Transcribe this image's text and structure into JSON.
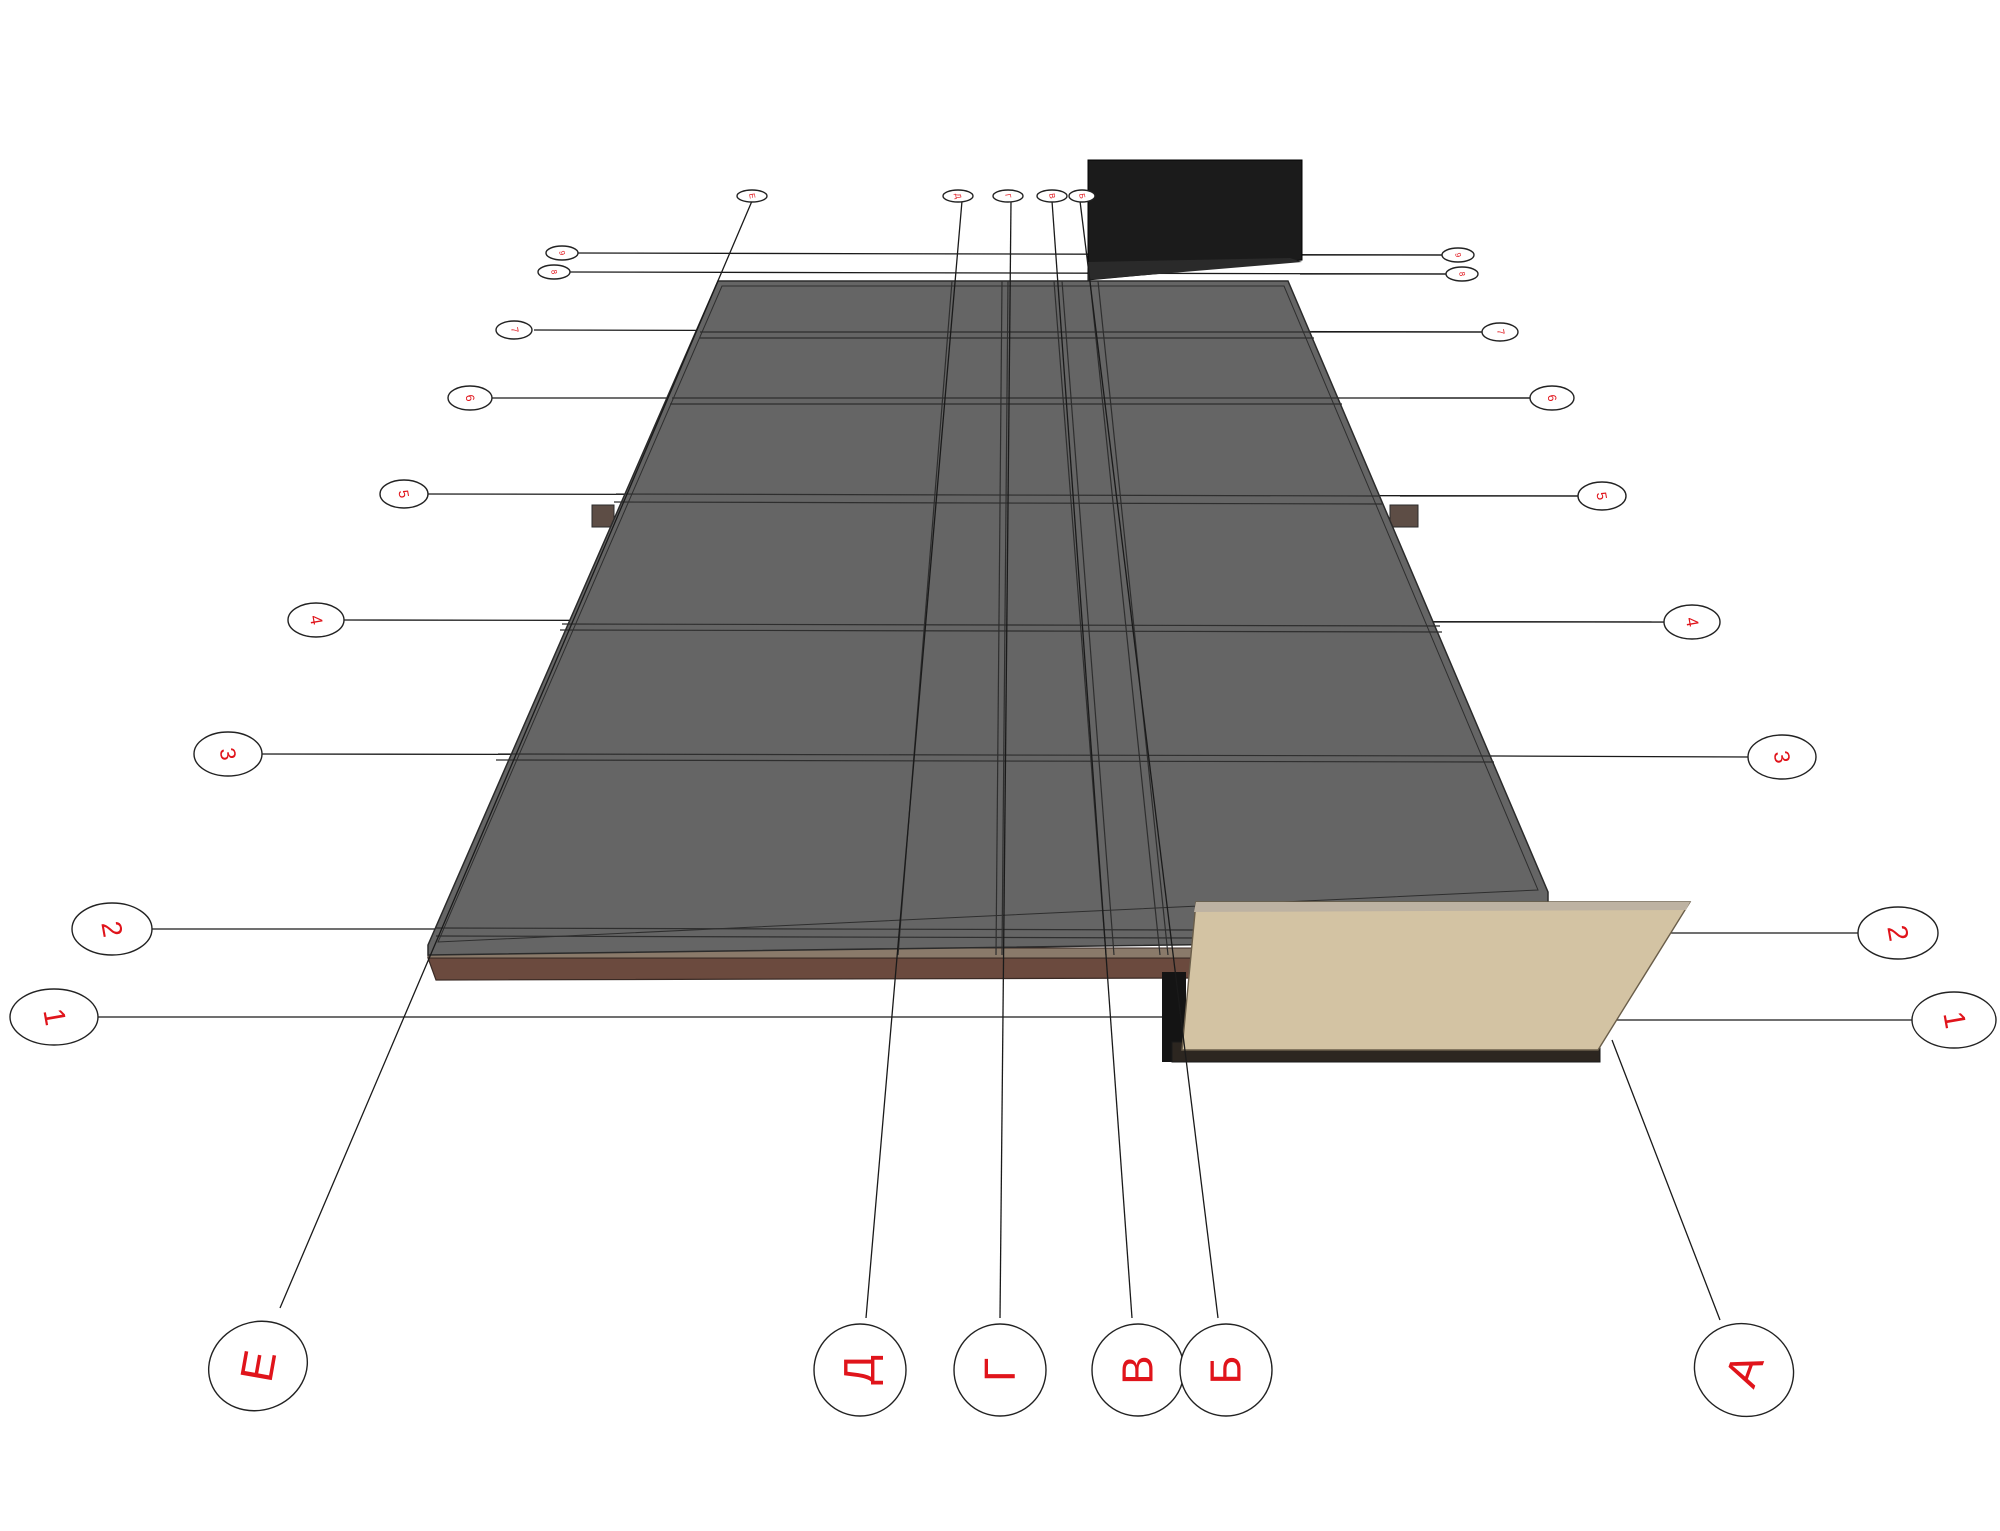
{
  "letter_axes": {
    "E": "Е",
    "D": "Д",
    "G": "Г",
    "V": "В",
    "B": "Б",
    "A": "А"
  },
  "number_axes": {
    "n1": "1",
    "n2": "2",
    "n3": "3",
    "n4": "4",
    "n5": "5",
    "n6": "6",
    "n7": "7",
    "n8": "8",
    "n9": "9"
  },
  "colors": {
    "slab_top": "#656565",
    "slab_edge": "#3a3a3a",
    "brick_base": "#6b4a3e",
    "dark_wall": "#1b1b1b",
    "sand_panel": "#d3c3a3",
    "label_red": "#e0141b"
  }
}
